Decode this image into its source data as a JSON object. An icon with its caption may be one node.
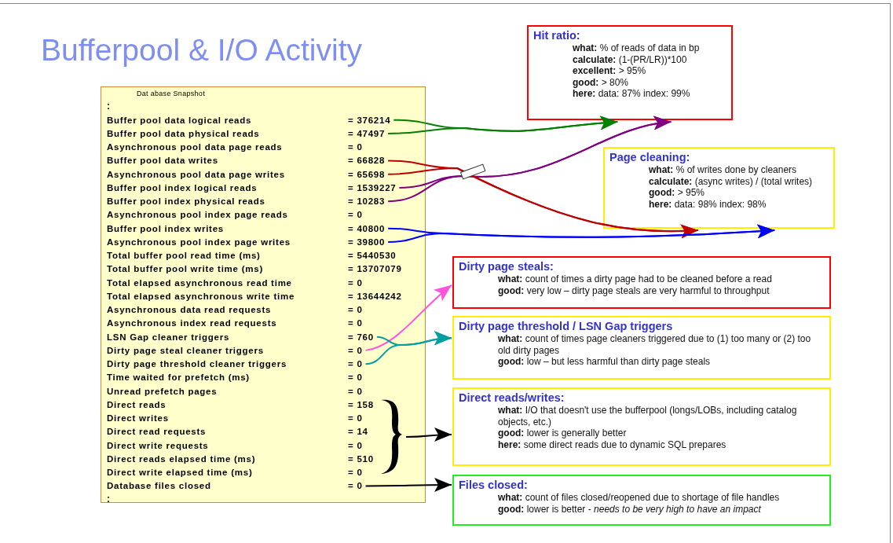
{
  "diagram": {
    "title": "Bufferpool & I/O Activity",
    "nodes": [
      {
        "text": [
          "Dat abase Snapshot",
          ":",
          ":"
        ]
      },
      {
        "text": [
          "Buffer pool data logical reads",
          "= 376214"
        ],
        "in": 0
      },
      {
        "text": [
          "Buffer pool data physical reads",
          "= 47497"
        ],
        "in": 0
      },
      {
        "text": [
          "Asynchronous pool data page reads",
          "= 0"
        ],
        "in": 0
      },
      {
        "text": [
          "Buffer pool data writes",
          "= 66828"
        ],
        "in": 0
      },
      {
        "text": [
          "Asynchronous pool data page writes",
          "= 65698"
        ],
        "in": 0
      },
      {
        "text": [
          "Buffer pool index logical reads",
          "= 1539227"
        ],
        "in": 0
      },
      {
        "text": [
          "Buffer pool index physical reads",
          "= 10283"
        ],
        "in": 0
      },
      {
        "text": [
          "Asynchronous pool index page reads",
          "= 0"
        ],
        "in": 0
      },
      {
        "text": [
          "Buffer pool index writes",
          "= 40800"
        ],
        "in": 0
      },
      {
        "text": [
          "Asynchronous pool index page writes",
          "= 39800"
        ],
        "in": 0
      },
      {
        "text": [
          "Total buffer pool read time (ms)",
          "= 5440530"
        ],
        "in": 0
      },
      {
        "text": [
          "Total buffer pool write time (ms)",
          "= 13707079"
        ],
        "in": 0
      },
      {
        "text": [
          "Total elapsed asynchronous read time",
          "= 0"
        ],
        "in": 0
      },
      {
        "text": [
          "Total elapsed asynchronous write time",
          "= 13644242"
        ],
        "in": 0
      },
      {
        "text": [
          "Asynchronous data read requests",
          "= 0"
        ],
        "in": 0
      },
      {
        "text": [
          "Asynchronous index read requests",
          "= 0"
        ],
        "in": 0
      },
      {
        "text": [
          "LSN Gap cleaner triggers",
          "= 760"
        ],
        "in": 0
      },
      {
        "text": [
          "Dirty page steal cleaner triggers",
          "= 0"
        ],
        "in": 0
      },
      {
        "text": [
          "Dirty page threshold cleaner triggers",
          "= 0"
        ],
        "in": 0
      },
      {
        "text": [
          "Time waited for prefetch (ms)",
          "= 0"
        ],
        "in": 0
      },
      {
        "text": [
          "Unread prefetch pages",
          "= 0"
        ],
        "in": 0
      },
      {
        "text": [
          "Direct reads",
          "= 158"
        ],
        "in": 0
      },
      {
        "text": [
          "Direct writes",
          "= 0"
        ],
        "in": 0
      },
      {
        "text": [
          "Direct read requests",
          "= 14"
        ],
        "in": 0
      },
      {
        "text": [
          "Direct write requests",
          "= 0"
        ],
        "in": 0
      },
      {
        "text": [
          "Direct reads elapsed time (ms)",
          "= 510"
        ],
        "in": 0
      },
      {
        "text": [
          "Direct write elapsed time (ms)",
          "= 0"
        ],
        "in": 0
      },
      {
        "text": [
          "Database files closed",
          "= 0"
        ],
        "in": 0
      },
      {
        "text": [
          "Hit ratio:",
          "**what:** % of reads of data in bp",
          "**calculate:** (1-(PR/LR))*100",
          "**excellent:** > 95%",
          "**good:** > 80%",
          "**here:** data: 87% index: 99%"
        ]
      },
      {
        "text": [
          "Page cleaning:",
          "**what:** % of writes done by cleaners",
          "**calculate:** (async writes) / (total writes)",
          "**good:** > 95%",
          "**here:** data: 98% index: 98%"
        ]
      },
      {
        "text": [
          "Dirty page steals:",
          "**what:** count of times a dirty page had to be cleaned before a read",
          "**good:** very low – dirty page steals are very harmful to throughput"
        ]
      },
      {
        "text": [
          "Dirty page threshold / LSN Gap triggers",
          "**what:** count of times page cleaners triggered due to (1) too many or (2) too old dirty pages",
          "**good:** low – but less harmful than dirty page steals"
        ]
      },
      {
        "text": [
          "Direct reads/writes:",
          "**what:** I/O that doesn't use the bufferpool (longs/LOBs, including catalog objects, etc.)",
          "**good:** lower is generally better",
          "**here:** some direct reads due to dynamic SQL prepares"
        ]
      },
      {
        "text": [
          "Files closed:",
          "**what:** count of files closed/reopened due to shortage of file handles",
          "**good:** lower is better - *needs to be very high to have an impact*"
        ]
      },
      {
        "text": [],
        "shape": "brace",
        "in": 0
      }
    ],
    "edges": [
      {
        "from": 1,
        "to": 29,
        "arrow": "to",
        "color": "#008000"
      },
      {
        "from": 2,
        "to": 29,
        "arrow": "to",
        "color": "#008000"
      },
      {
        "from": 6,
        "to": 29,
        "arrow": "to",
        "color": "#800080"
      },
      {
        "from": 7,
        "to": 29,
        "arrow": "to",
        "color": "#800080"
      },
      {
        "from": 4,
        "to": 30,
        "arrow": "to",
        "color": "#c00000"
      },
      {
        "from": 5,
        "to": 30,
        "arrow": "to",
        "color": "#c00000"
      },
      {
        "from": 9,
        "to": 30,
        "arrow": "to",
        "color": "#0000ff"
      },
      {
        "from": 10,
        "to": 30,
        "arrow": "to",
        "color": "#0000ff"
      },
      {
        "from": 18,
        "to": 31,
        "arrow": "to",
        "color": "#ff55dd"
      },
      {
        "from": 17,
        "to": 32,
        "arrow": "to",
        "color": "#00a0a0"
      },
      {
        "from": 19,
        "to": 32,
        "arrow": "to",
        "color": "#00a0a0"
      },
      {
        "from": 35,
        "to": 33,
        "arrow": "to",
        "color": "#000000"
      },
      {
        "from": 28,
        "to": 34,
        "arrow": "to",
        "color": "#000000"
      }
    ]
  }
}
